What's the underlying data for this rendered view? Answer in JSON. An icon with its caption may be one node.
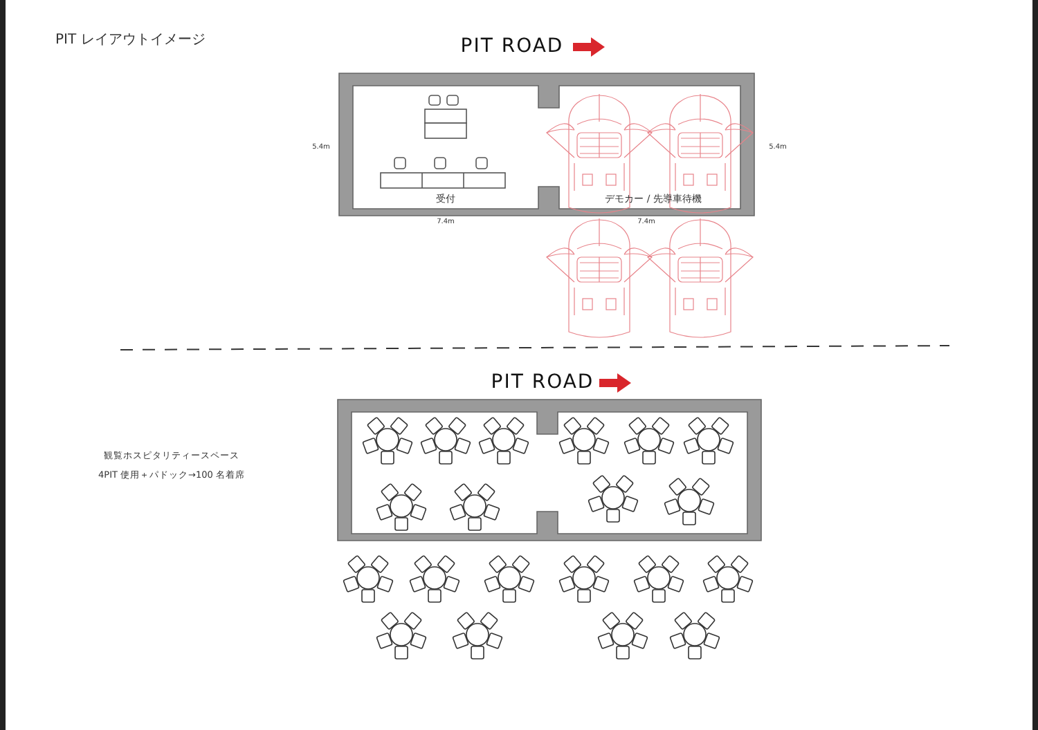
{
  "diagram": {
    "title": "PIT レイアウトイメージ",
    "labels": [
      "PIT ROAD",
      "5.4m",
      "5.4m",
      "受付",
      "デモカー / 先導車待機",
      "7.4m",
      "7.4m",
      "PIT ROAD",
      "観覧ホスピタリティースペース",
      "4PIT 使用＋パドック→100 名着席"
    ]
  }
}
